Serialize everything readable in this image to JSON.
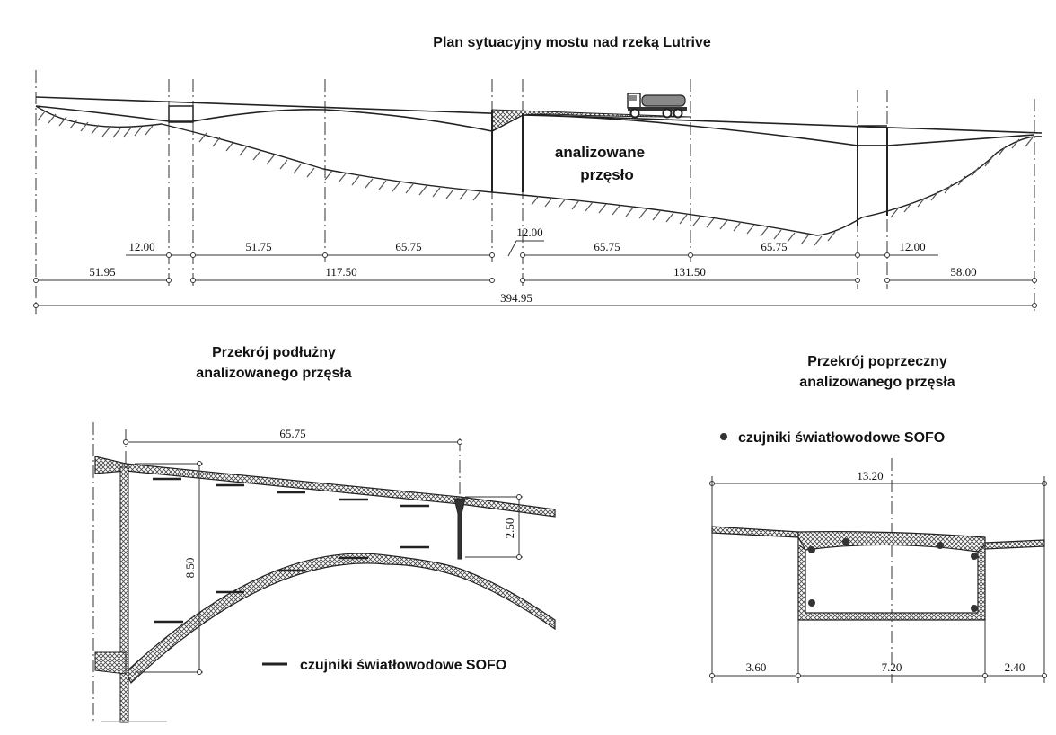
{
  "plan": {
    "title": "Plan sytuacyjny mostu nad rzeką Lutrive",
    "analyzed_label_1": "analizowane",
    "analyzed_label_2": "przęsło",
    "dims_row1": [
      "12.00",
      "51.75",
      "65.75",
      "12.00",
      "65.75",
      "65.75",
      "12.00"
    ],
    "dims_row2": [
      "51.95",
      "117.50",
      "131.50",
      "58.00"
    ],
    "dims_total": "394.95"
  },
  "longitudinal": {
    "title_1": "Przekrój podłużny",
    "title_2": "analizowanego przęsła",
    "dim_span": "65.75",
    "dim_height_pier": "8.50",
    "dim_height_mid": "2.50",
    "legend_label": "czujniki światłowodowe SOFO"
  },
  "cross": {
    "title_1": "Przekrój poprzeczny",
    "title_2": "analizowanego przęsła",
    "legend_label": "czujniki światłowodowe SOFO",
    "dim_width": "13.20",
    "dim_left": "3.60",
    "dim_mid": "7.20",
    "dim_right": "2.40"
  }
}
